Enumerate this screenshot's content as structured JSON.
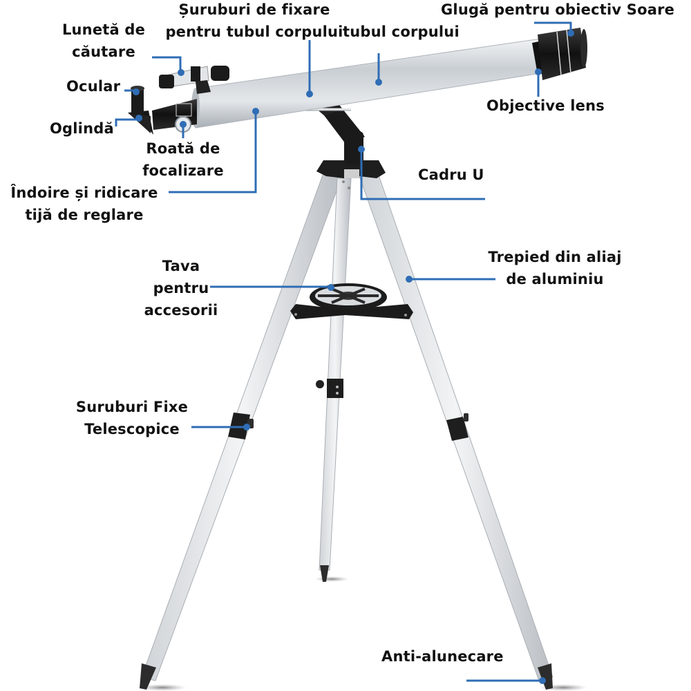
{
  "figure": {
    "title": "Telescope components diagram",
    "leader_color": "#2f6db5",
    "text_color": "#111111",
    "tube_color": "#d7dade",
    "metal_dark_color": "#1c1c1c"
  },
  "labels": {
    "mounting_screws": [
      "Șuruburi de fixare",
      "pentru tubul corpului"
    ],
    "body_tube": [
      "tubul corpului"
    ],
    "sun_hood": [
      "Glugă pentru obiectiv Soare"
    ],
    "finder_scope": [
      "Lunetă de",
      "căutare"
    ],
    "eyepiece": [
      "Ocular"
    ],
    "mirror": [
      "Oglindă"
    ],
    "focus_wheel": [
      "Roată de",
      "focalizare"
    ],
    "objective_lens": [
      "Objective lens"
    ],
    "adjust_rod": [
      "Îndoire și ridicare",
      "tijă de reglare"
    ],
    "u_frame": [
      "Cadru U"
    ],
    "accessory_tray": [
      "Tava",
      "pentru",
      "accesorii"
    ],
    "tripod": [
      "Trepied din aliaj",
      "de aluminiu"
    ],
    "leg_screws": [
      "Suruburi Fixe",
      "Telescopice"
    ],
    "anti_slip": [
      "Anti-alunecare"
    ]
  }
}
